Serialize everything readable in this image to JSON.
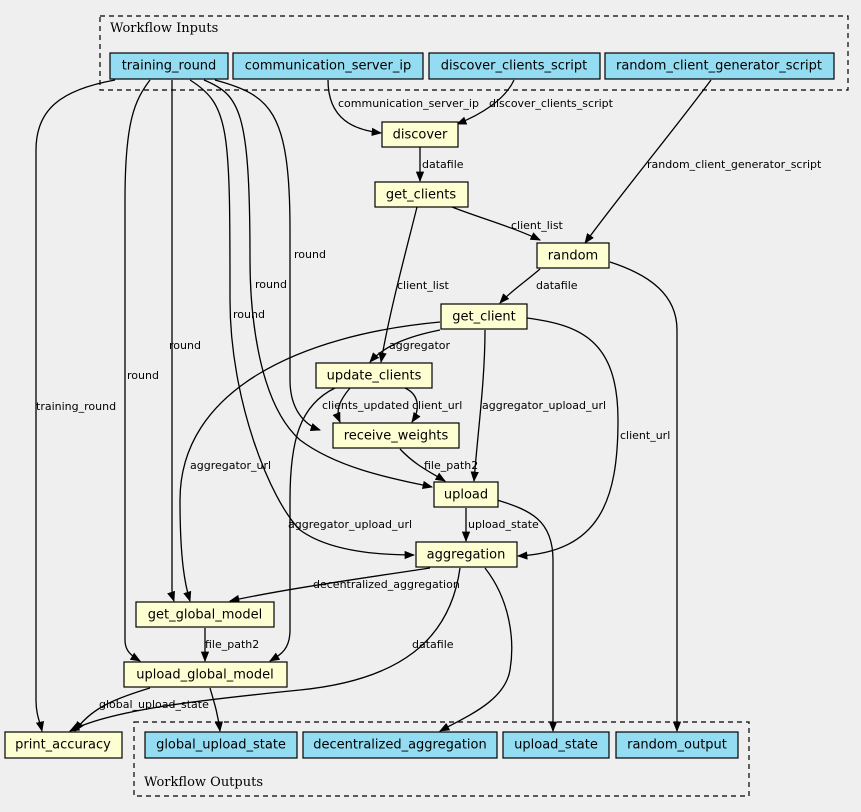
{
  "clusters": {
    "inputs_label": "Workflow Inputs",
    "outputs_label": "Workflow Outputs"
  },
  "nodes": {
    "training_round": "training_round",
    "communication_server_ip": "communication_server_ip",
    "discover_clients_script": "discover_clients_script",
    "random_client_generator_script": "random_client_generator_script",
    "discover": "discover",
    "get_clients": "get_clients",
    "random": "random",
    "get_client": "get_client",
    "update_clients": "update_clients",
    "receive_weights": "receive_weights",
    "upload": "upload",
    "aggregation": "aggregation",
    "get_global_model": "get_global_model",
    "upload_global_model": "upload_global_model",
    "print_accuracy": "print_accuracy",
    "global_upload_state": "global_upload_state",
    "decentralized_aggregation": "decentralized_aggregation",
    "upload_state": "upload_state",
    "random_output": "random_output"
  },
  "edge_labels": {
    "communication_server_ip": "communication_server_ip",
    "discover_clients_script": "discover_clients_script",
    "random_client_generator_script": "random_client_generator_script",
    "datafile_discover": "datafile",
    "client_list_random": "client_list",
    "client_list_update": "client_list",
    "datafile_random": "datafile",
    "round_1": "round",
    "round_2": "round",
    "round_3": "round",
    "round_4": "round",
    "round_5": "round",
    "training_round": "training_round",
    "aggregator": "aggregator",
    "clients_updated": "clients_updated",
    "client_url_receive": "client_url",
    "aggregator_upload_url_upload": "aggregator_upload_url",
    "client_url_aggregation": "client_url",
    "aggregator_url": "aggregator_url",
    "file_path2_upload": "file_path2",
    "upload_state": "upload_state",
    "aggregator_upload_url_ugm": "aggregator_upload_url",
    "decentralized_aggregation": "decentralized_aggregation",
    "file_path2_ugm": "file_path2",
    "datafile_print": "datafile",
    "global_upload_state": "global_upload_state"
  }
}
